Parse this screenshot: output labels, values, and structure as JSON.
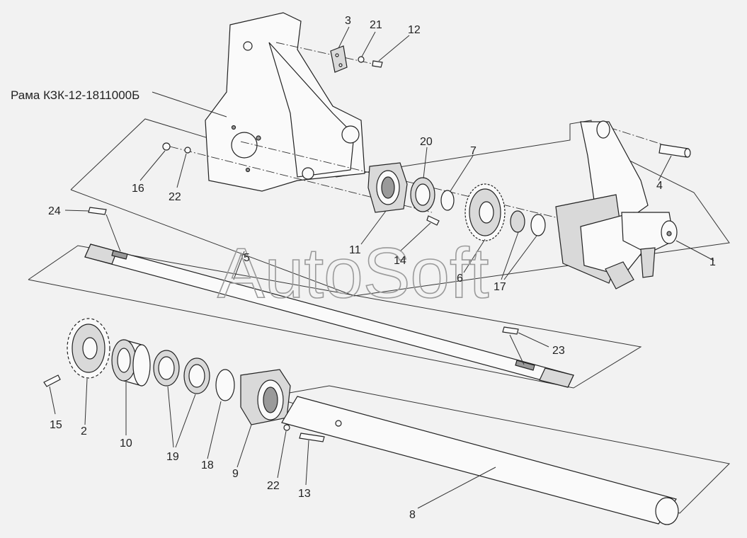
{
  "watermark": "AutoSoft",
  "frame_label": "Рама КЗК-12-1811000Б",
  "callouts": {
    "c1": "1",
    "c2": "2",
    "c3": "3",
    "c4": "4",
    "c5": "5",
    "c6": "6",
    "c8": "8",
    "c9": "9",
    "c10": "10",
    "c11": "11",
    "c12": "12",
    "c13": "13",
    "c14": "14",
    "c15": "15",
    "c16": "16",
    "c17": "17",
    "c18": "18",
    "c19": "19",
    "c20": "20",
    "c21": "21",
    "c22a": "22",
    "c22b": "22",
    "c23": "23",
    "c24": "24",
    "c7": "7"
  }
}
